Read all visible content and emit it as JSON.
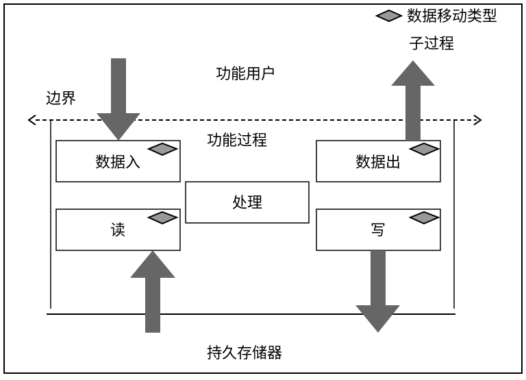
{
  "legend": {
    "label": "数据移动类型"
  },
  "labels": {
    "subprocess": "子过程",
    "functional_user": "功能用户",
    "boundary": "边界",
    "functional_process": "功能过程",
    "persistent_storage": "持久存储器"
  },
  "boxes": {
    "data_in": "数据入",
    "data_out": "数据出",
    "processing": "处理",
    "read": "读",
    "write": "写"
  },
  "colors": {
    "arrow_fill": "#666666",
    "diamond_fill": "#999999",
    "line": "#000000"
  }
}
